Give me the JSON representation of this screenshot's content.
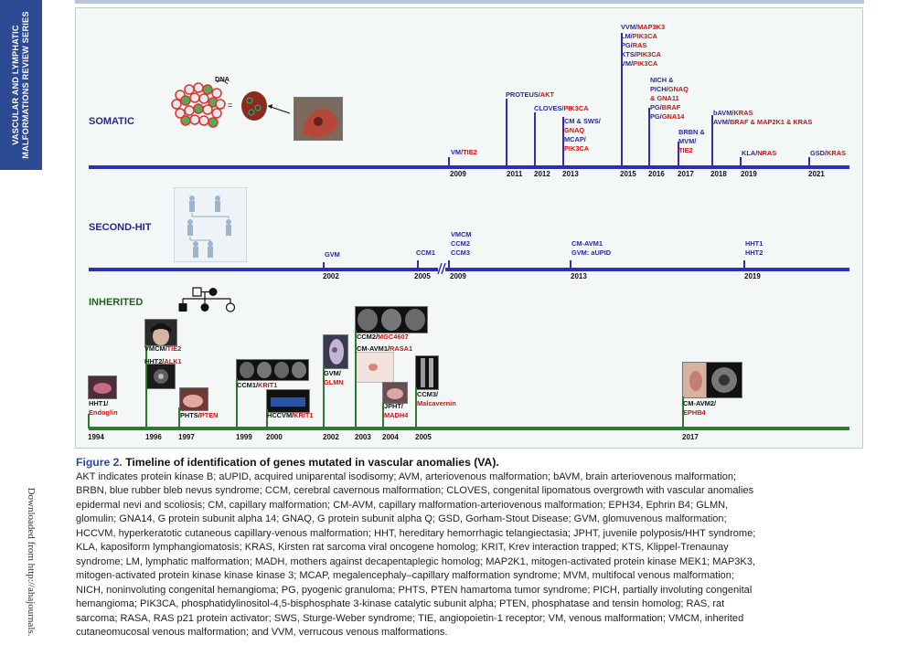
{
  "sidebar": {
    "series_line1": "VASCULAR AND LYMPHATIC",
    "series_line2": "MALFORMATIONS REVIEW SERIES",
    "downloaded": "Downloaded from http://ahajournals."
  },
  "figure": {
    "somatic": {
      "title": "SOMATIC",
      "dna_label": "DNA",
      "years": [
        "2009",
        "2011",
        "2012",
        "2013",
        "2015",
        "2016",
        "2017",
        "2018",
        "2019",
        "2021"
      ],
      "events": {
        "vm_tie2": {
          "a": "VM/",
          "b": "TIE2"
        },
        "proteus": {
          "a": "PROTEUS/",
          "b": "AKT"
        },
        "cloves": {
          "a": "CLOVES/",
          "b": "PIK3CA"
        },
        "cm_sws": {
          "l1": "CM & SWS/",
          "l2": "GNAQ",
          "l3": "MCAP/",
          "l4": "PIK3CA"
        },
        "vvm": {
          "a": "VVM/",
          "b": "MAP3K3"
        },
        "lm": {
          "a": "LM/",
          "b": "PIK3CA"
        },
        "pg": {
          "a": "PG/",
          "b": "RAS"
        },
        "kts": {
          "a": "KTS/",
          "b": "PIK3CA"
        },
        "vm2": {
          "a": "VM/",
          "b": "PIK3CA"
        },
        "nich": {
          "l1": "NICH &",
          "l2a": "PICH/",
          "l2b": "GNAQ",
          "l3": "& GNA11"
        },
        "pg_braf": {
          "a": "PG/",
          "b": "BRAF"
        },
        "pg_gna14": {
          "a": "PG/",
          "b": "GNA14"
        },
        "brbn": {
          "l1": "BRBN &",
          "l2": "MVM/",
          "l3": "TIE2"
        },
        "bavm": {
          "a": "bAVM/",
          "b": "KRAS"
        },
        "avm": {
          "a": "AVM/",
          "b": "BRAF & MAP2K1 & KRAS"
        },
        "kla": {
          "a": "KLA/",
          "b": "NRAS"
        },
        "gsd": {
          "a": "GSD/",
          "b": "KRAS"
        }
      }
    },
    "second_hit": {
      "title": "SECOND-HIT",
      "years": [
        "2002",
        "2005",
        "2009",
        "2013",
        "2019"
      ],
      "events": {
        "gvm": "GVM",
        "ccm1": "CCM1",
        "vmcm": "VMCM",
        "ccm2": "CCM2",
        "ccm3": "CCM3",
        "cm_avm1": "CM-AVM1",
        "gvm_aupid": "GVM: aUPID",
        "hht1": "HHT1",
        "hht2": "HHT2"
      }
    },
    "inherited": {
      "title": "INHERITED",
      "years": [
        "1994",
        "1996",
        "1997",
        "1999",
        "2000",
        "2002",
        "2003",
        "2004",
        "2005",
        "2017"
      ],
      "events": {
        "hht1": {
          "a": "HHT1/",
          "b": "Endoglin"
        },
        "vmcm": {
          "a": "VMCM/",
          "b": "TIE2"
        },
        "hht2": {
          "a": "HHT2/",
          "b": "ALK1"
        },
        "phts": {
          "a": "PHTS/",
          "b": "PTEN"
        },
        "ccm1": {
          "a": "CCM1/",
          "b": "KRIT1"
        },
        "hccvm": {
          "a": "HCCVM/",
          "b": "KRIT1"
        },
        "gvm": {
          "a": "GVM/",
          "b": "GLMN"
        },
        "ccm2": {
          "a": "CCM2/",
          "b": "MGC4607"
        },
        "cm_avm1": {
          "a": "CM-AVM1/",
          "b": "RASA1"
        },
        "jpht": {
          "a": "JPHT/",
          "b": "MADH4"
        },
        "ccm3": {
          "a": "CCM3/",
          "b": "Malcavernin"
        },
        "cm_avm2": {
          "a": "CM-AVM2/",
          "b": "EPHB4"
        }
      }
    }
  },
  "caption": {
    "label": "Figure 2.",
    "title": "Timeline of identification of genes mutated in vascular anomalies (VA).",
    "lines": [
      "AKT indicates protein kinase B; aUPID, acquired uniparental isodisomy; AVM, arteriovenous malformation; bAVM, brain arteriovenous malformation;",
      "BRBN, blue rubber bleb nevus syndrome; CCM, cerebral cavernous malformation; CLOVES, congenital lipomatous overgrowth with vascular anomalies",
      "epidermal nevi and scoliosis; CM, capillary malformation; CM-AVM, capillary malformation-arteriovenous malformation; EPH34, Ephrin B4; GLMN,",
      "glomulin; GNA14, G protein subunit alpha 14; GNAQ, G protein subunit alpha Q; GSD, Gorham-Stout Disease; GVM, glomuvenous malformation;",
      "HCCVM, hyperkeratotic cutaneous capillary-venous malformation; HHT, hereditary hemorrhagic telangiectasia; JPHT, juvenile polyposis/HHT syndrome;",
      "KLA, kaposiform lymphangiomatosis; KRAS, Kirsten rat sarcoma viral oncogene homolog; KRIT, Krev interaction trapped; KTS, Klippel-Trenaunay",
      "syndrome; LM, lymphatic malformation; MADH, mothers against decapentaplegic homolog; MAP2K1, mitogen-activated protein kinase MEK1; MAP3K3,",
      "mitogen-activated protein kinase kinase kinase 3; MCAP, megalencephaly–capillary malformation syndrome; MVM, multifocal venous malformation;",
      "NICH, noninvoluting congenital hemangioma; PG, pyogenic granuloma; PHTS, PTEN hamartoma tumor syndrome; PICH, partially involuting congenital",
      "hemangioma; PIK3CA, phosphatidylinositol-4,5-bisphosphate 3-kinase catalytic subunit alpha; PTEN, phosphatase and tensin homolog; RAS, rat",
      "sarcoma; RASA, RAS p21 protein activator; SWS, Sturge-Weber syndrome; TIE, angiopoietin-1 receptor; VM, venous malformation; VMCM, inherited",
      "cutaneomucosal venous malformation; and VVM, verrucous venous malformations."
    ]
  }
}
